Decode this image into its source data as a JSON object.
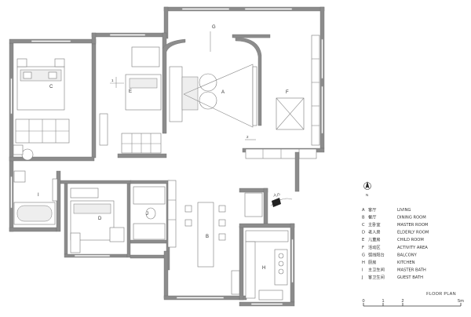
{
  "rooms": [
    {
      "letter": "A"
    },
    {
      "letter": "B"
    },
    {
      "letter": "C"
    },
    {
      "letter": "D"
    },
    {
      "letter": "E"
    },
    {
      "letter": "F"
    },
    {
      "letter": "G"
    },
    {
      "letter": "H"
    },
    {
      "letter": "I"
    },
    {
      "letter": "J"
    }
  ],
  "legend": [
    {
      "key": "A",
      "cn": "客厅",
      "en": "LIVING"
    },
    {
      "key": "B",
      "cn": "餐厅",
      "en": "DINING ROOM"
    },
    {
      "key": "C",
      "cn": "主卧室",
      "en": "MASTER ROOM"
    },
    {
      "key": "D",
      "cn": "老人房",
      "en": "ELDERLY ROOM"
    },
    {
      "key": "E",
      "cn": "儿童房",
      "en": "CHILD ROOM"
    },
    {
      "key": "F",
      "cn": "活动区",
      "en": "ACTIVITY AREA"
    },
    {
      "key": "G",
      "cn": "弧线阳台",
      "en": "BALCONY"
    },
    {
      "key": "H",
      "cn": "厨房",
      "en": "KITCHEN"
    },
    {
      "key": "I",
      "cn": "主卫生间",
      "en": "MASTER BATH"
    },
    {
      "key": "J",
      "cn": "客卫生间",
      "en": "GUEST BATH"
    }
  ],
  "entrance_label": "入户",
  "north_label": "N",
  "plan_title": "FLOOR  PLAN",
  "scale_ticks": [
    "0",
    "1",
    "2",
    "5m"
  ],
  "dim_marks": [
    "1",
    "2"
  ]
}
